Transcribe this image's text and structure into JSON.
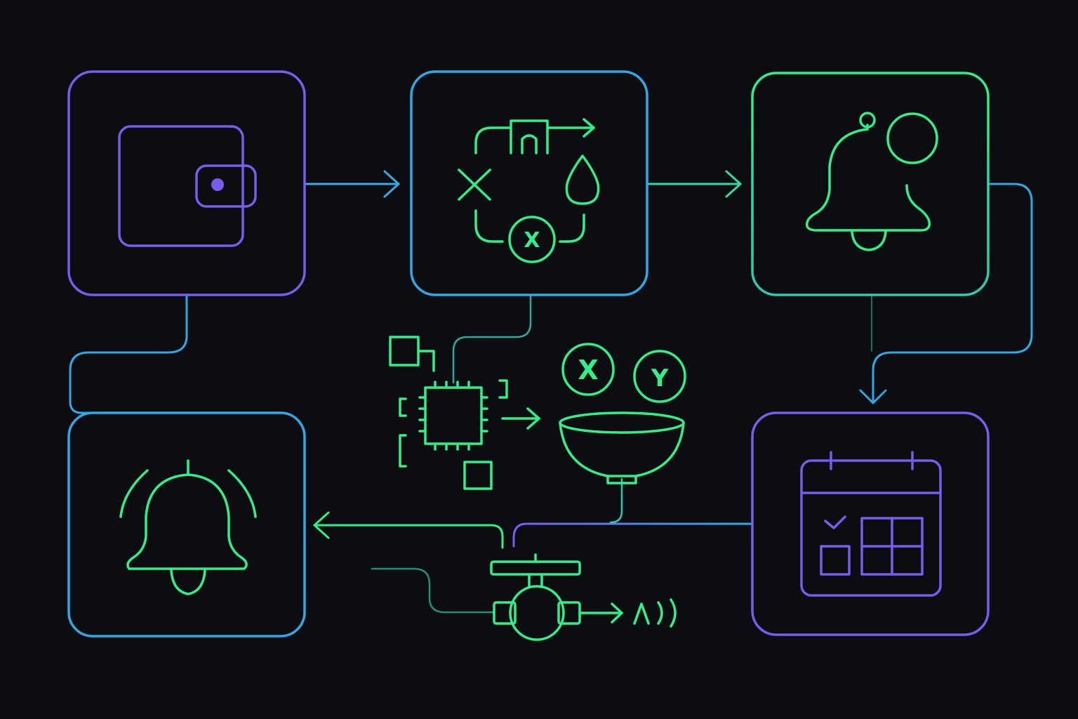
{
  "colors": {
    "background": "#0b0d10",
    "purple": "#7b5cf0",
    "blue": "#2fa9e6",
    "cyan": "#25c9d6",
    "green": "#2ff08a"
  },
  "nodes": [
    {
      "id": "wallet",
      "icon": "wallet-icon"
    },
    {
      "id": "workflow",
      "icon": "workflow-loop-icon"
    },
    {
      "id": "notification",
      "icon": "bell-with-badge-icon"
    },
    {
      "id": "calendar",
      "icon": "calendar-schedule-icon"
    },
    {
      "id": "alert",
      "icon": "ringing-bell-icon"
    }
  ],
  "decor": {
    "chip": "processor-chip-icon",
    "funnel": "funnel-icon",
    "valve": "valve-icon",
    "circle_x_label": "X",
    "circle_y_label": "Y",
    "small_x_label": "X"
  }
}
